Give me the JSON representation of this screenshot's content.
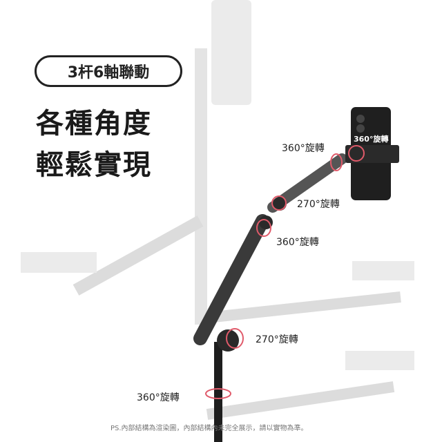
{
  "badge": "3杆6軸聯動",
  "headline": [
    "各種角度",
    "輕鬆實現"
  ],
  "rotation_labels": {
    "top_right": "360°旋轉",
    "phone": "360°旋轉",
    "middle_joint": "270°旋轉",
    "lower_joint": "360°旋轉",
    "base_joint": "270°旋轉",
    "pole": "360°旋轉"
  },
  "footnote": "PS.內部結構為渲染圖，內部結構內未完全展示，請以實物為準。",
  "colors": {
    "accent_ring": "#e05a6a",
    "arm_dark": "#2b2b2b",
    "ghost": "#d9d9d9"
  }
}
